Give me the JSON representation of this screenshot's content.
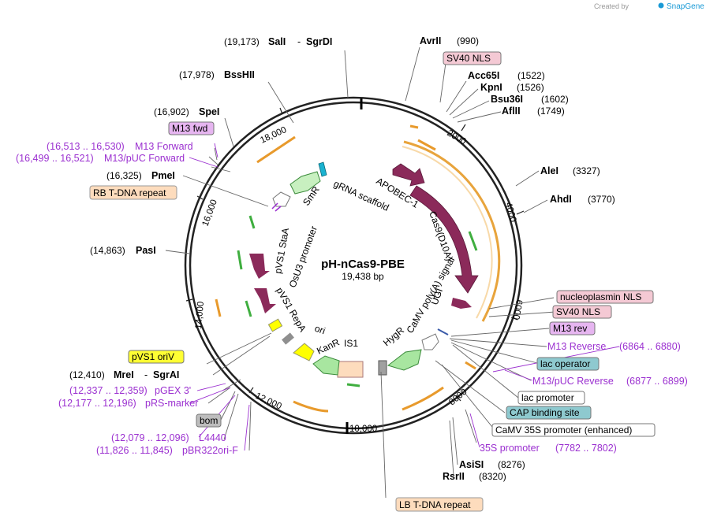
{
  "credit": {
    "created_by": "Created by",
    "brand": "SnapGene"
  },
  "plasmid": {
    "name": "pH-nCas9-PBE",
    "size": "19,438 bp"
  },
  "ticks": [
    "2000",
    "4000",
    "6000",
    "8000",
    "10,000",
    "12,000",
    "14,000",
    "16,000",
    "18,000"
  ],
  "enzymes": {
    "avrii": {
      "name": "AvrII",
      "pos": "(990)"
    },
    "acc65i": {
      "name": "Acc65I",
      "pos": "(1522)"
    },
    "kpni": {
      "name": "KpnI",
      "pos": "(1526)"
    },
    "bsu36i": {
      "name": "Bsu36I",
      "pos": "(1602)"
    },
    "aflii": {
      "name": "AflII",
      "pos": "(1749)"
    },
    "alei": {
      "name": "AleI",
      "pos": "(3327)"
    },
    "ahdi": {
      "name": "AhdI",
      "pos": "(3770)"
    },
    "asisi": {
      "name": "AsiSI",
      "pos": "(8276)"
    },
    "rsrii": {
      "name": "RsrII",
      "pos": "(8320)"
    },
    "mrei": {
      "name": "MreI",
      "sep": "-",
      "name2": "SgrAI",
      "pos": "(12,410)"
    },
    "pasi": {
      "name": "PasI",
      "pos": "(14,863)"
    },
    "pmei": {
      "name": "PmeI",
      "pos": "(16,325)"
    },
    "spei": {
      "name": "SpeI",
      "pos": "(16,902)"
    },
    "bsshii": {
      "name": "BssHII",
      "pos": "(17,978)"
    },
    "sali": {
      "name": "SalI",
      "sep": "-",
      "name2": "SgrDI",
      "pos": "(19,173)"
    }
  },
  "boxes": {
    "sv40_nls_top": "SV40 NLS",
    "nucleoplasmin_nls": "nucleoplasmin NLS",
    "sv40_nls_right": "SV40 NLS",
    "m13_rev": "M13 rev",
    "lac_operator": "lac operator",
    "lac_promoter": "lac promoter",
    "cap_binding_site": "CAP binding site",
    "camv_35s_enh": "CaMV 35S promoter (enhanced)",
    "lb_tdna": "LB T-DNA repeat",
    "bom": "bom",
    "pvs1_oriv": "pVS1 oriV",
    "rb_tdna": "RB T-DNA repeat",
    "m13_fwd": "M13 fwd"
  },
  "primers": {
    "m13_reverse": {
      "name": "M13 Reverse",
      "range": "(6864 .. 6880)"
    },
    "m13_puc_reverse": {
      "name": "M13/pUC Reverse",
      "range": "(6877 .. 6899)"
    },
    "p35s": {
      "name": "35S promoter",
      "range": "(7782 .. 7802)"
    },
    "pgex3": {
      "range": "(12,337 .. 12,359)",
      "name": "pGEX 3'"
    },
    "prs_marker": {
      "range": "(12,177 .. 12,196)",
      "name": "pRS-marker"
    },
    "l4440": {
      "range": "(12,079 .. 12,096)",
      "name": "L4440"
    },
    "pbr322ori": {
      "range": "(11,826 .. 11,845)",
      "name": "pBR322ori-F"
    },
    "m13_forward": {
      "range": "(16,513 .. 16,530)",
      "name": "M13 Forward"
    },
    "m13_puc_forward": {
      "range": "(16,499 .. 16,521)",
      "name": "M13/pUC Forward"
    }
  },
  "features": {
    "apobec1": "APOBEC-1",
    "cas9": "Cas9(D10A)",
    "ugi": "UGI",
    "camv_polya": "CaMV poly(A) signal",
    "hygr": "HygR",
    "is1": "IS1",
    "kanr": "KanR",
    "ori": "ori",
    "pvs1_repa": "pVS1 RepA",
    "pvs1_staa": "pVS1 StaA",
    "osu3": "OsU3 promoter",
    "smr": "SmR",
    "grna": "gRNA scaffold"
  },
  "colors": {
    "cds": "#8b2a5a",
    "orf": "#e8a43c",
    "orange_arrow": "#e89a2c",
    "green_arrow": "#3fae3f",
    "primer": "#9b30d0",
    "sv40_box": "#f4c9d4",
    "primer_box": "#e6b5f0",
    "lac_box": "#8ec9cf",
    "tdna_box": "#fddcbd",
    "oriv_box": "#ffff33",
    "bom_box": "#bdbdbd"
  }
}
